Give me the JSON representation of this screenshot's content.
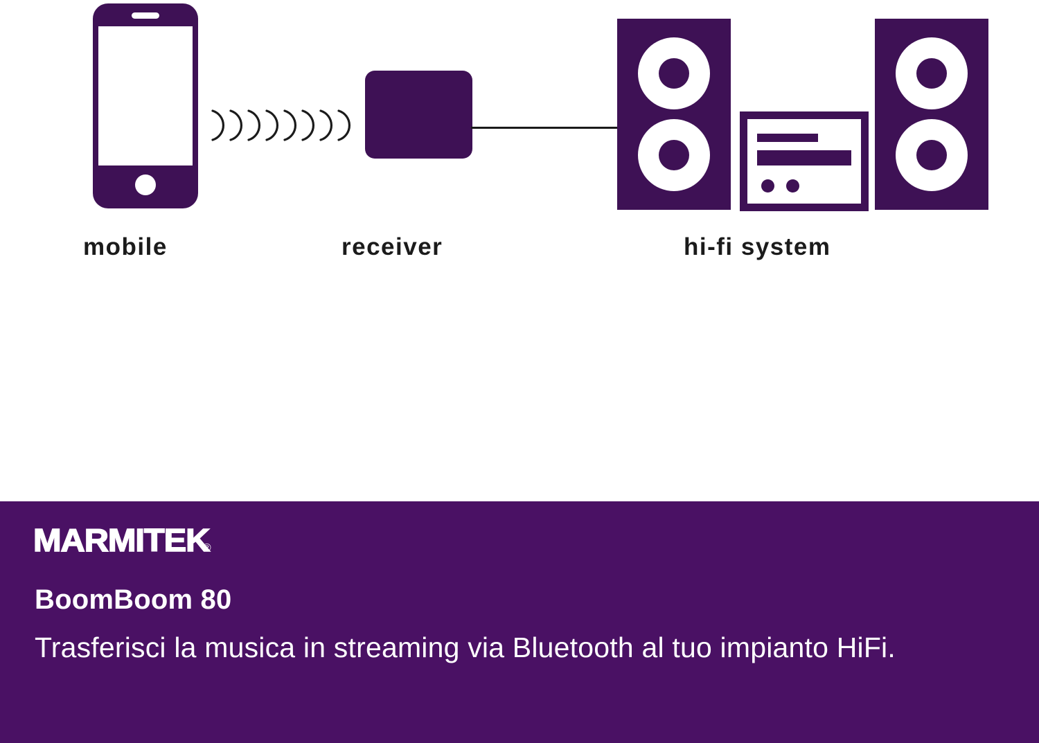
{
  "diagram": {
    "nodes": [
      {
        "id": "mobile",
        "label": "mobile",
        "icon": "smartphone-icon"
      },
      {
        "id": "receiver",
        "label": "receiver",
        "icon": "receiver-box-icon"
      },
      {
        "id": "hifi",
        "label": "hi-fi system",
        "icon": "hifi-system-icon"
      }
    ],
    "connections": [
      {
        "from": "mobile",
        "to": "receiver",
        "type": "wireless-bluetooth-waves",
        "wave_count": 8
      },
      {
        "from": "receiver",
        "to": "hifi",
        "type": "wired-cable"
      }
    ]
  },
  "banner": {
    "brand": "MARMITEK",
    "registered_mark": "®",
    "product_name": "BoomBoom 80",
    "description": "Trasferisci la musica in streaming via Bluetooth al tuo impianto HiFi."
  },
  "colors": {
    "icon_purple": "#3E1155",
    "banner_purple": "#4A1164",
    "label_dark": "#1b1b1b",
    "white": "#ffffff"
  }
}
